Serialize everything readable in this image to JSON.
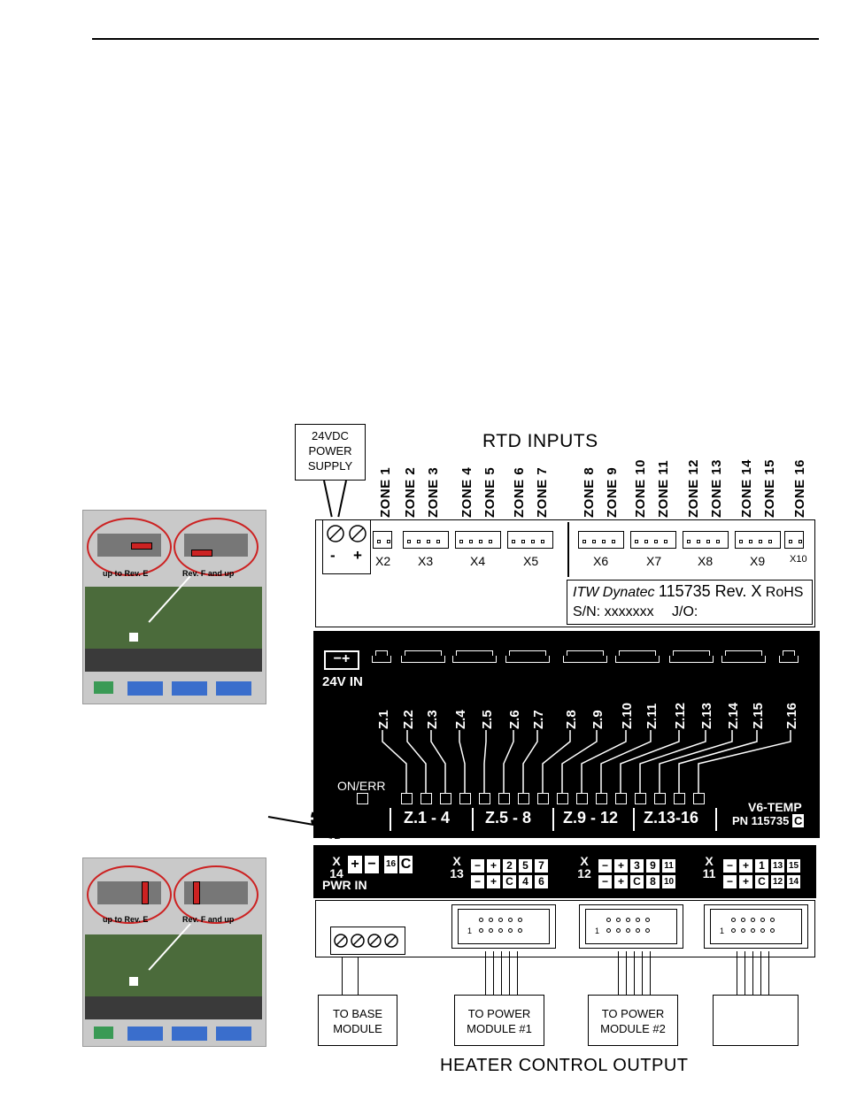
{
  "header_rule": true,
  "title_top": "RTD INPUTS",
  "title_bottom": "HEATER CONTROL OUTPUT",
  "power_supply_box": "24VDC\nPOWER\nSUPPLY",
  "zones": [
    "ZONE 1",
    "ZONE 2",
    "ZONE 3",
    "ZONE 4",
    "ZONE 5",
    "ZONE 6",
    "ZONE 7",
    "ZONE 8",
    "ZONE 9",
    "ZONE 10",
    "ZONE 11",
    "ZONE 12",
    "ZONE 13",
    "ZONE 14",
    "ZONE 15",
    "ZONE 16"
  ],
  "connectors": [
    "X2",
    "X3",
    "X4",
    "X5",
    "X6",
    "X7",
    "X8",
    "X9",
    "X10"
  ],
  "terminal_minus": "-",
  "terminal_plus": "+",
  "label_box": {
    "brand": "ITW Dynatec",
    "part": "115735 Rev. X",
    "rohs": "RoHS",
    "serial": "S/N: xxxxxxx",
    "jo": "J/O:"
  },
  "board": {
    "power_in": "24V IN",
    "on_err": "ON/ERR",
    "zone_labels": [
      "Z.1",
      "Z.2",
      "Z.3",
      "Z.4",
      "Z.5",
      "Z.6",
      "Z.7",
      "Z.8",
      "Z.9",
      "Z.10",
      "Z.11",
      "Z.12",
      "Z.13",
      "Z.14",
      "Z.15",
      "Z.16"
    ],
    "groups": [
      "Z.1 - 4",
      "Z.5 - 8",
      "Z.9 - 12",
      "Z.13-16"
    ],
    "model": "V6-TEMP",
    "pn": "PN 115735",
    "pn_rev": "C"
  },
  "outputs": {
    "x14": {
      "x": "X",
      "num": "14",
      "label": "PWR IN",
      "cells": [
        "+",
        "−",
        "16",
        "C"
      ]
    },
    "x13": {
      "x": "X",
      "num": "13",
      "row1": [
        "−",
        "+",
        "2",
        "5",
        "7"
      ],
      "row2": [
        "−",
        "+",
        "C",
        "4",
        "6"
      ]
    },
    "x12": {
      "x": "X",
      "num": "12",
      "row1": [
        "−",
        "+",
        "3",
        "9",
        "11"
      ],
      "row2": [
        "−",
        "+",
        "C",
        "8",
        "10"
      ]
    },
    "x11": {
      "x": "X",
      "num": "11",
      "row1": [
        "−",
        "+",
        "1",
        "13",
        "15"
      ],
      "row2": [
        "−",
        "+",
        "C",
        "12",
        "14"
      ]
    }
  },
  "bottom_boxes": [
    "TO BASE\nMODULE",
    "TO POWER\nMODULE #1",
    "TO POWER\nMODULE #2",
    ""
  ],
  "photos": [
    {
      "left_label": "up to Rev. E",
      "right_label": "Rev. F and up"
    },
    {
      "left_label": "up to Rev. E",
      "right_label": "Rev. F and up"
    }
  ],
  "pin1": "1",
  "colors": {
    "board": "#000000",
    "highlight": "#cc2222",
    "photo_bg": "#c9c9c9"
  }
}
